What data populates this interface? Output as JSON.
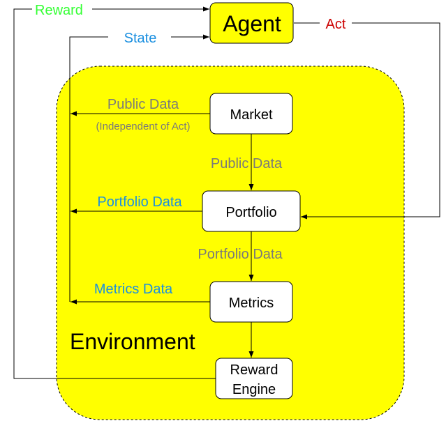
{
  "diagram": {
    "agent": "Agent",
    "environment": "Environment",
    "nodes": {
      "market": "Market",
      "portfolio": "Portfolio",
      "metrics": "Metrics",
      "reward_engine_line1": "Reward",
      "reward_engine_line2": "Engine"
    },
    "edges": {
      "reward": "Reward",
      "state": "State",
      "act": "Act",
      "public_data_out": "Public Data",
      "public_data_note": "(Independent of Act)",
      "public_data_down": "Public Data",
      "portfolio_data_out": "Portfolio Data",
      "portfolio_data_down": "Portfolio Data",
      "metrics_data_out": "Metrics Data"
    },
    "colors": {
      "environment_fill": "#ffff00",
      "agent_fill": "#ffff00",
      "reward_label": "#33ff33",
      "state_label": "#1a8fe0",
      "act_label": "#cc0000",
      "data_label_gray": "#7a7a7a",
      "data_label_blue": "#1a8fe0",
      "line": "#000000"
    }
  }
}
